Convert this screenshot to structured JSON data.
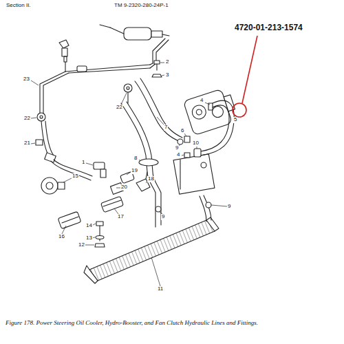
{
  "diagram": {
    "caption": "Figure 178. Power Steering Oil Cooler, Hydro-Booster, and Fan Clutch Hydraulic Lines and Fittings.",
    "labels": [
      "Section II.",
      "TM 9-2320-280-24P-1",
      "4720-01-213-1574",
      "2",
      "3",
      "23",
      "22",
      "22",
      "21",
      "1",
      "7",
      "9",
      "8",
      "4",
      "6",
      "5",
      "10",
      "4",
      "19",
      "15",
      "20",
      "18",
      "17",
      "16",
      "14",
      "13",
      "12",
      "11",
      "9",
      "9"
    ]
  }
}
